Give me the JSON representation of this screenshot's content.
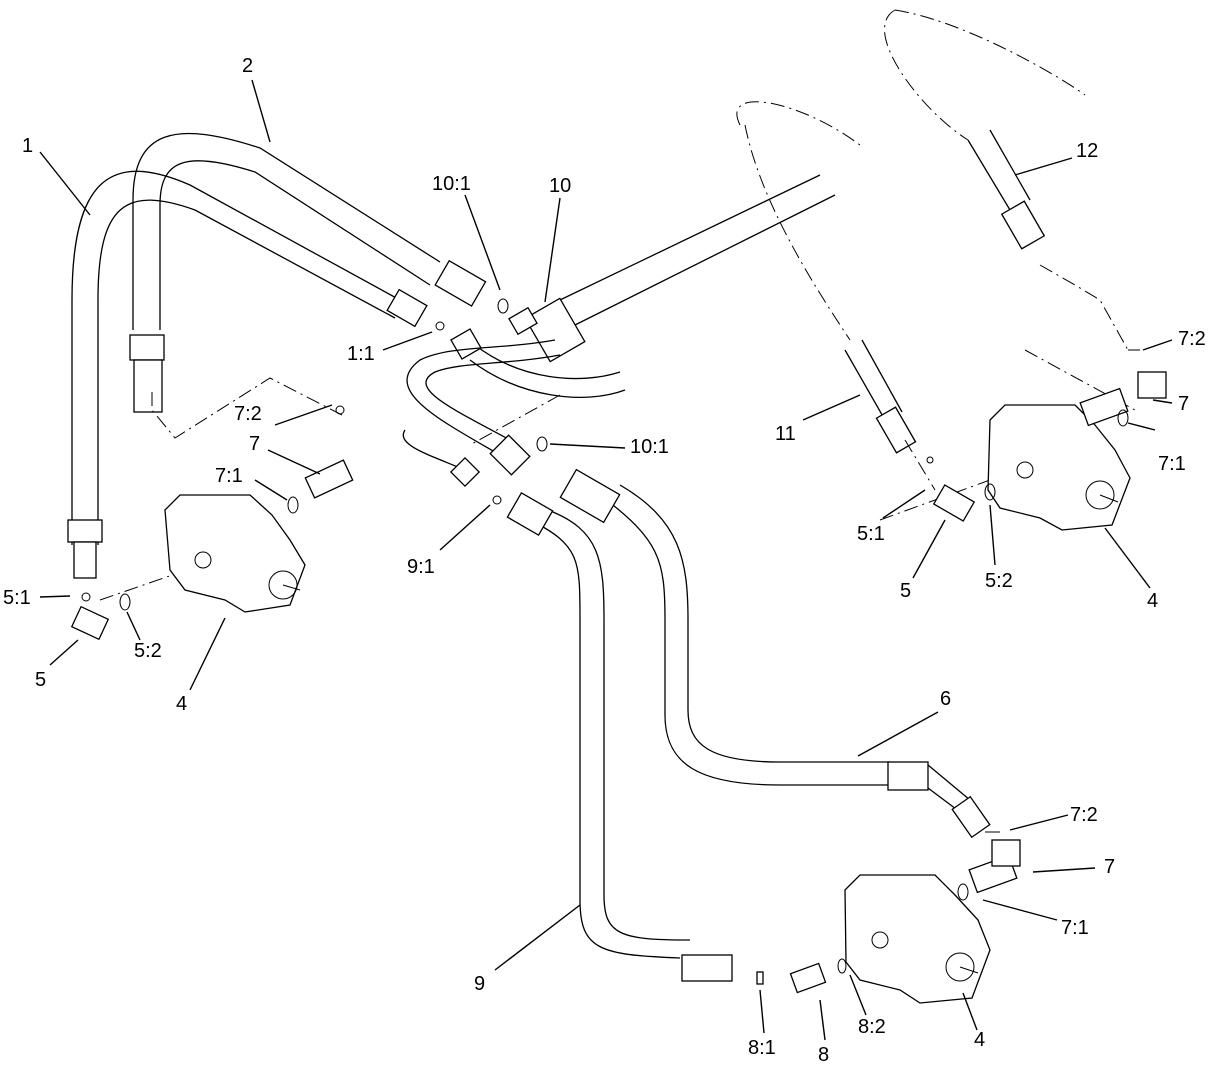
{
  "callouts": {
    "c1": "1",
    "c2": "2",
    "c10_1_top": "10:1",
    "c10": "10",
    "c12": "12",
    "c1_1": "1:1",
    "c7_2_left": "7:2",
    "c7_left": "7",
    "c7_1_left": "7:1",
    "c10_1_mid": "10:1",
    "c9_1": "9:1",
    "c11": "11",
    "c7_2_right": "7:2",
    "c7_right": "7",
    "c7_1_right": "7:1",
    "c5_1_right": "5:1",
    "c5_right": "5",
    "c5_2_right": "5:2",
    "c4_right": "4",
    "c5_1_left": "5:1",
    "c5_2_left": "5:2",
    "c5_left": "5",
    "c4_left": "4",
    "c6": "6",
    "c7_2_bottom": "7:2",
    "c7_bottom": "7",
    "c7_1_bottom": "7:1",
    "c9": "9",
    "c8_1": "8:1",
    "c8_2": "8:2",
    "c8": "8",
    "c4_bottom": "4"
  }
}
